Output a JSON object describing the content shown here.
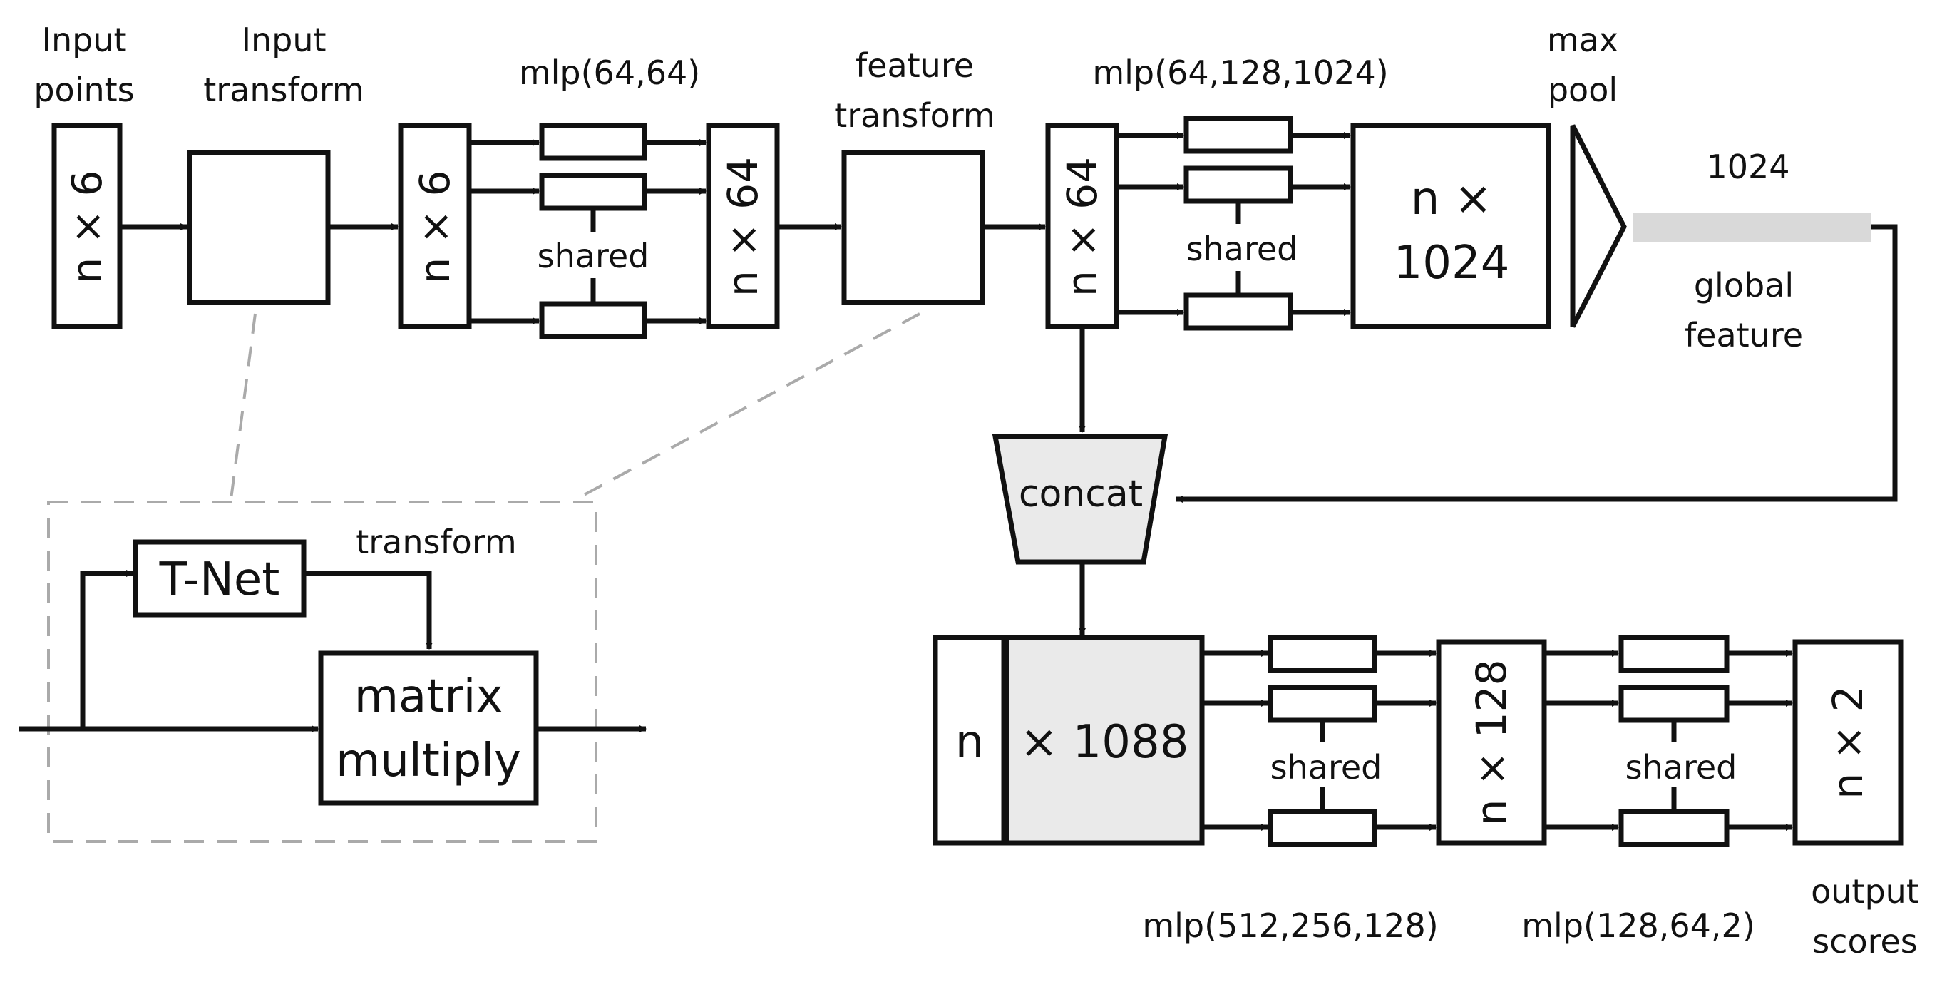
{
  "labels": {
    "input_points": [
      "Input",
      "points"
    ],
    "input_transform": [
      "Input",
      "transform"
    ],
    "feature_transform": [
      "feature",
      "transform"
    ],
    "max_pool": [
      "max",
      "pool"
    ],
    "global_feature": [
      "global",
      "feature"
    ],
    "output_scores": [
      "output",
      "scores"
    ],
    "global_dim": "1024",
    "transform": "transform"
  },
  "mlps": {
    "mlp1": "mlp(64,64)",
    "mlp2": "mlp(64,128,1024)",
    "mlp3": "mlp(512,256,128)",
    "mlp4": "mlp(128,64,2)",
    "shared": "shared"
  },
  "blocks": {
    "input_points": "n × 6",
    "transformed_points": "n × 6",
    "features_64": "n × 64",
    "transformed_features_64": "n × 64",
    "features_1024": [
      "n ×",
      "1024"
    ],
    "concat": "concat",
    "seg_n": "n",
    "seg_1088": "× 1088",
    "features_128": "n × 128",
    "output_2": "n × 2"
  },
  "tnet": {
    "tnet": "T-Net",
    "matrix_multiply": [
      "matrix",
      "multiply"
    ]
  }
}
